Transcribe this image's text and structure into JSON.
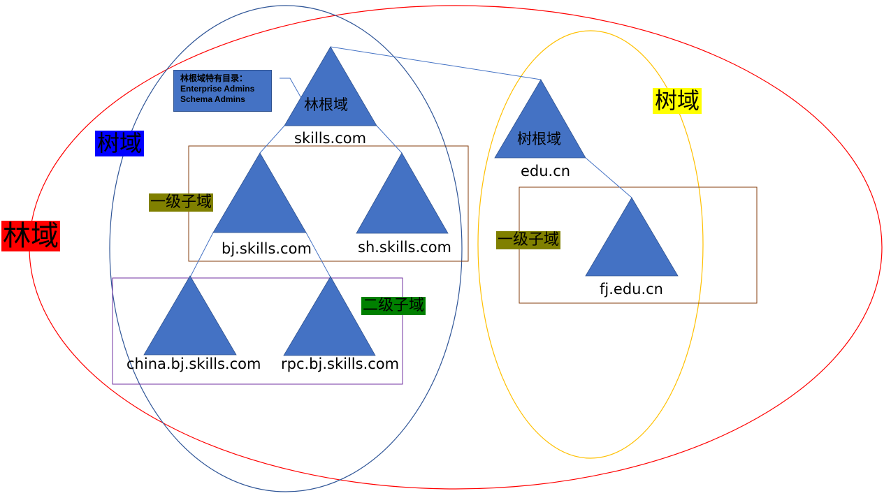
{
  "tags": {
    "forest": "林域",
    "tree_left": "树域",
    "tree_right": "树域",
    "first_level_left": "一级子域",
    "first_level_right": "一级子域",
    "second_level": "二级子域"
  },
  "triangles": {
    "forest_root": "林根域",
    "tree_root": "树根域"
  },
  "domains": {
    "skills": "skills.com",
    "bj": "bj.skills.com",
    "sh": "sh.skills.com",
    "china": "china.bj.skills.com",
    "rpc": "rpc.bj.skills.com",
    "edu": "edu.cn",
    "fj": "fj.edu.cn"
  },
  "callout": {
    "line1": "林根域特有目录：",
    "line2": "Enterprise Admins",
    "line3": "Schema Admins"
  },
  "colors": {
    "forest_ellipse": "#ff0000",
    "tree_left_ellipse": "#2f5597",
    "tree_right_ellipse": "#ffc000",
    "triangle_fill": "#4472c4",
    "first_level_box": "#843c0c",
    "second_level_box": "#7030a0",
    "tag_forest_bg": "#ff0000",
    "tag_tree_left_bg": "#0000ff",
    "tag_tree_right_bg": "#ffff00",
    "tag_first_level_bg": "#808000",
    "tag_second_level_bg": "#008000"
  }
}
